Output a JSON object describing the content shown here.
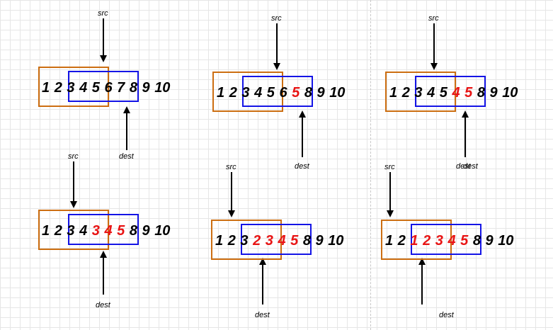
{
  "labels": {
    "src": "src",
    "dest": "dest"
  },
  "colors": {
    "highlight": "#e81414",
    "src_box": "#cc6e11",
    "dest_box": "#1414e6",
    "text": "#000000"
  },
  "panels": [
    {
      "tokens": [
        {
          "t": "1",
          "h": false
        },
        {
          "t": "2",
          "h": false
        },
        {
          "t": "3",
          "h": false
        },
        {
          "t": "4",
          "h": false
        },
        {
          "t": "5",
          "h": false
        },
        {
          "t": "6",
          "h": false
        },
        {
          "t": "7",
          "h": false
        },
        {
          "t": "8",
          "h": false
        },
        {
          "t": "9",
          "h": false
        },
        {
          "t": "10",
          "h": false
        }
      ]
    },
    {
      "tokens": [
        {
          "t": "1",
          "h": false
        },
        {
          "t": "2",
          "h": false
        },
        {
          "t": "3",
          "h": false
        },
        {
          "t": "4",
          "h": false
        },
        {
          "t": "5",
          "h": false
        },
        {
          "t": "6",
          "h": false
        },
        {
          "t": "5",
          "h": true
        },
        {
          "t": "8",
          "h": false
        },
        {
          "t": "9",
          "h": false
        },
        {
          "t": "10",
          "h": false
        }
      ]
    },
    {
      "tokens": [
        {
          "t": "1",
          "h": false
        },
        {
          "t": "2",
          "h": false
        },
        {
          "t": "3",
          "h": false
        },
        {
          "t": "4",
          "h": false
        },
        {
          "t": "5",
          "h": false
        },
        {
          "t": "4",
          "h": true
        },
        {
          "t": "5",
          "h": true
        },
        {
          "t": "8",
          "h": false
        },
        {
          "t": "9",
          "h": false
        },
        {
          "t": "10",
          "h": false
        }
      ]
    },
    {
      "tokens": [
        {
          "t": "1",
          "h": false
        },
        {
          "t": "2",
          "h": false
        },
        {
          "t": "3",
          "h": false
        },
        {
          "t": "4",
          "h": false
        },
        {
          "t": "3",
          "h": true
        },
        {
          "t": "4",
          "h": true
        },
        {
          "t": "5",
          "h": true
        },
        {
          "t": "8",
          "h": false
        },
        {
          "t": "9",
          "h": false
        },
        {
          "t": "10",
          "h": false
        }
      ]
    },
    {
      "tokens": [
        {
          "t": "1",
          "h": false
        },
        {
          "t": "2",
          "h": false
        },
        {
          "t": "3",
          "h": false
        },
        {
          "t": "2",
          "h": true
        },
        {
          "t": "3",
          "h": true
        },
        {
          "t": "4",
          "h": true
        },
        {
          "t": "5",
          "h": true
        },
        {
          "t": "8",
          "h": false
        },
        {
          "t": "9",
          "h": false
        },
        {
          "t": "10",
          "h": false
        }
      ]
    },
    {
      "tokens": [
        {
          "t": "1",
          "h": false
        },
        {
          "t": "2",
          "h": false
        },
        {
          "t": "1",
          "h": true
        },
        {
          "t": "2",
          "h": true
        },
        {
          "t": "3",
          "h": true
        },
        {
          "t": "4",
          "h": true
        },
        {
          "t": "5",
          "h": true
        },
        {
          "t": "8",
          "h": false
        },
        {
          "t": "9",
          "h": false
        },
        {
          "t": "10",
          "h": false
        }
      ]
    }
  ]
}
